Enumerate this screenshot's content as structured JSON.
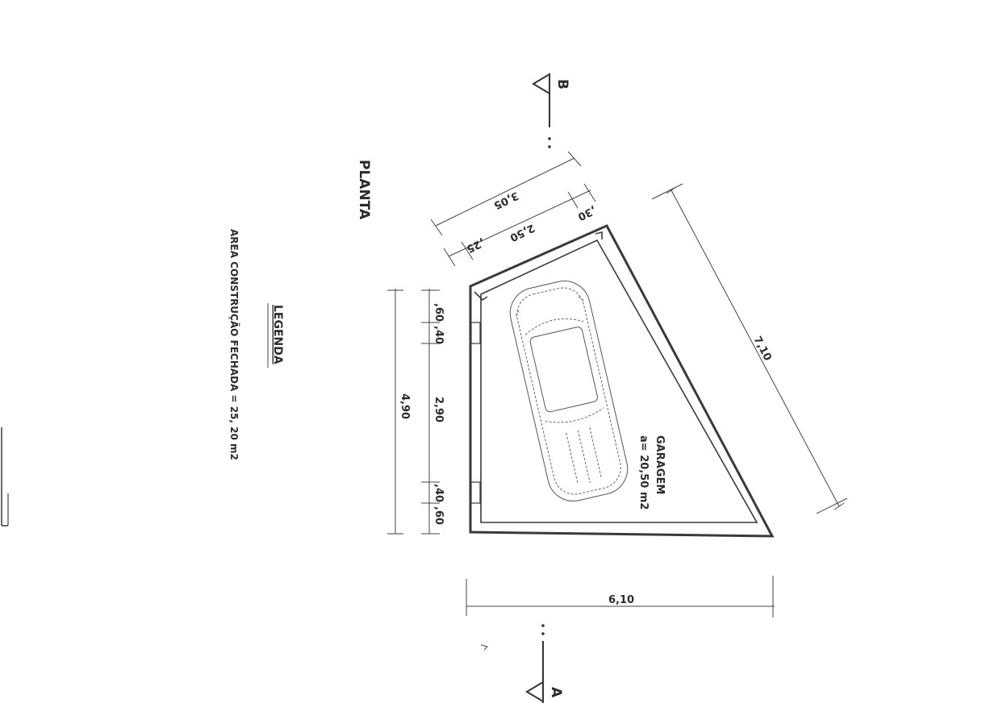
{
  "title": "PLANTA",
  "legend": {
    "heading": "LEGENDA",
    "row": "AREA  CONSTRUÇÃO  FECHADA  =  25, 20 m2"
  },
  "room": {
    "name": "GARAGEM",
    "area": "a= 20,50 m2"
  },
  "section_marks": {
    "top": "B",
    "bottom": "A"
  },
  "dimensions": {
    "diagonal": "7,10",
    "bottom": "6,10",
    "left_total": "4,90",
    "left_top_outer": ",60",
    "left_top_inner": ",40",
    "left_middle": "2,90",
    "left_bottom_inner": ",40",
    "left_bottom_outer": ",60",
    "top_total": "3,05",
    "top_inner": "2,50",
    "top_left": ",25",
    "top_right": ",30"
  }
}
